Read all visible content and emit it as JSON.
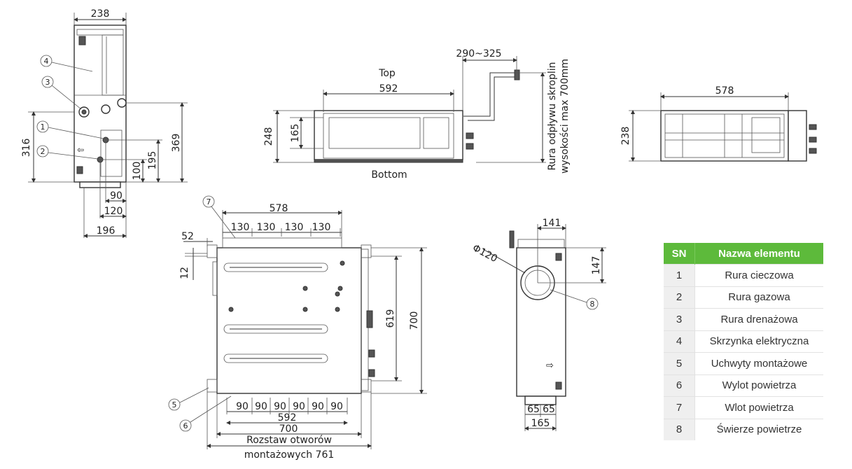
{
  "drawing": {
    "left_view": {
      "dims": {
        "width_top": "238",
        "h316": "316",
        "h369": "369",
        "h195": "195",
        "h100": "100",
        "w90": "90",
        "w120": "120",
        "w196": "196"
      },
      "callouts": [
        "4",
        "3",
        "1",
        "2"
      ]
    },
    "front_view": {
      "label_top": "Top",
      "label_bottom": "Bottom",
      "dims": {
        "w592": "592",
        "h248": "248",
        "h165": "165",
        "offset": "290~325"
      },
      "drain_note_line1": "Rura odpływu skroplin",
      "drain_note_line2": "wysokości max 700mm"
    },
    "rear_view": {
      "dims": {
        "w578": "578",
        "h238": "238"
      }
    },
    "plan_view": {
      "dims": {
        "w578": "578",
        "w52": "52",
        "h12": "12",
        "top_segments": [
          "130",
          "130",
          "130",
          "130"
        ],
        "bottom_segments": [
          "90",
          "90",
          "90",
          "90",
          "90",
          "90"
        ],
        "w592": "592",
        "w700": "700",
        "h619": "619",
        "h700": "700",
        "mount_line1": "Rozstaw otworów",
        "mount_line2": "montażowych 761"
      },
      "callouts": [
        "7",
        "5",
        "6"
      ]
    },
    "side_view": {
      "dims": {
        "w141": "141",
        "h147": "147",
        "dia": "Φ120",
        "w65a": "65",
        "w65b": "65",
        "w165": "165"
      },
      "callouts": [
        "8"
      ]
    }
  },
  "legend": {
    "headers": {
      "sn": "SN",
      "name": "Nazwa elementu"
    },
    "rows": [
      {
        "sn": "1",
        "name": "Rura cieczowa"
      },
      {
        "sn": "2",
        "name": "Rura gazowa"
      },
      {
        "sn": "3",
        "name": "Rura drenażowa"
      },
      {
        "sn": "4",
        "name": "Skrzynka elektryczna"
      },
      {
        "sn": "5",
        "name": "Uchwyty montażowe"
      },
      {
        "sn": "6",
        "name": "Wylot powietrza"
      },
      {
        "sn": "7",
        "name": "Wlot powietrza"
      },
      {
        "sn": "8",
        "name": "Świerze powietrze"
      }
    ],
    "header_color": "#5dba3b"
  }
}
